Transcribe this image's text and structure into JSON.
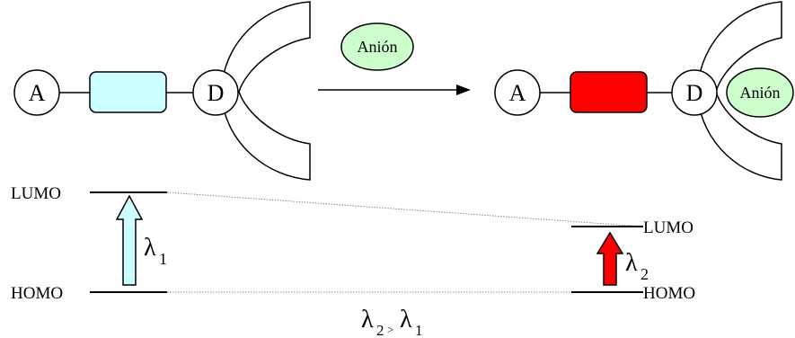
{
  "labels": {
    "acceptor": "A",
    "donor": "D",
    "anion": "Anión",
    "lumo": "LUMO",
    "homo": "HOMO",
    "lambda": "λ",
    "sub1": "1",
    "sub2": "2",
    "gt": ">"
  },
  "colors": {
    "spacer_free": "#ccffff",
    "spacer_bound": "#ff0000",
    "anion_fill": "#ccffcc",
    "arrow_free": "#ccffff",
    "arrow_bound": "#ff0000",
    "stroke": "#000000"
  }
}
